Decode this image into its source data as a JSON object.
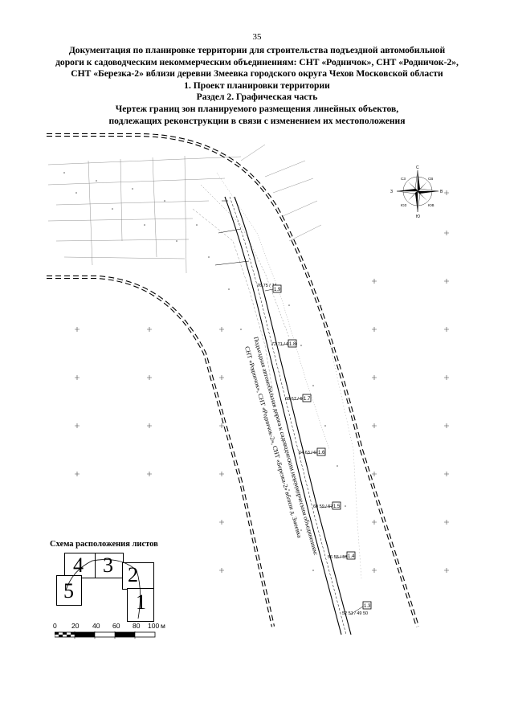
{
  "page_number": "35",
  "title_lines": [
    "Документация по планировке территории для строительства подъездной автомобильной",
    "дороги к садоводческим некоммерческим объединениям: СНТ «Родничок», СНТ «Родничок-2»,",
    "СНТ «Березка-2» вблизи деревни Змеевка городского округа Чехов Московской области",
    "1. Проект планировки территории",
    "Раздел 2. Графическая часть",
    "Чертеж границ зон планируемого размещения линейных объектов,",
    "подлежащих реконструкции в связи с изменением их местоположения"
  ],
  "compass": {
    "n": "С",
    "s": "Ю",
    "e": "В",
    "w": "З",
    "ne": "СВ",
    "nw": "СЗ",
    "se": "ЮВ",
    "sw": "ЮЗ"
  },
  "markers": [
    {
      "id": "1.9",
      "pts": "76 75 / 74"
    },
    {
      "id": "1.8",
      "pts": "72 71 / 69 70"
    },
    {
      "id": "1.7",
      "pts": "68 67 / 65 66"
    },
    {
      "id": "1.6",
      "pts": "64 63 / 61 62"
    },
    {
      "id": "1.5",
      "pts": "60 59 / 57 58"
    },
    {
      "id": "1.4",
      "pts": "56 55 / 53 54"
    },
    {
      "id": "1.3",
      "pts": "52 51 / 49 50"
    }
  ],
  "road_label_1": "Подъездная автомобильная дорога к садоводческим некоммерческим объединениям:",
  "road_label_2": "СНТ «Родничок», СНТ «Родничок-2», СНТ «Березка-2» вблизи д. Змеевка",
  "schema": {
    "label": "Схема расположения листов",
    "sheets": [
      "4",
      "3",
      "2",
      "5",
      "1"
    ]
  },
  "scale": {
    "ticks": [
      "0",
      "20",
      "40",
      "60",
      "80",
      "100"
    ],
    "unit": "м"
  }
}
